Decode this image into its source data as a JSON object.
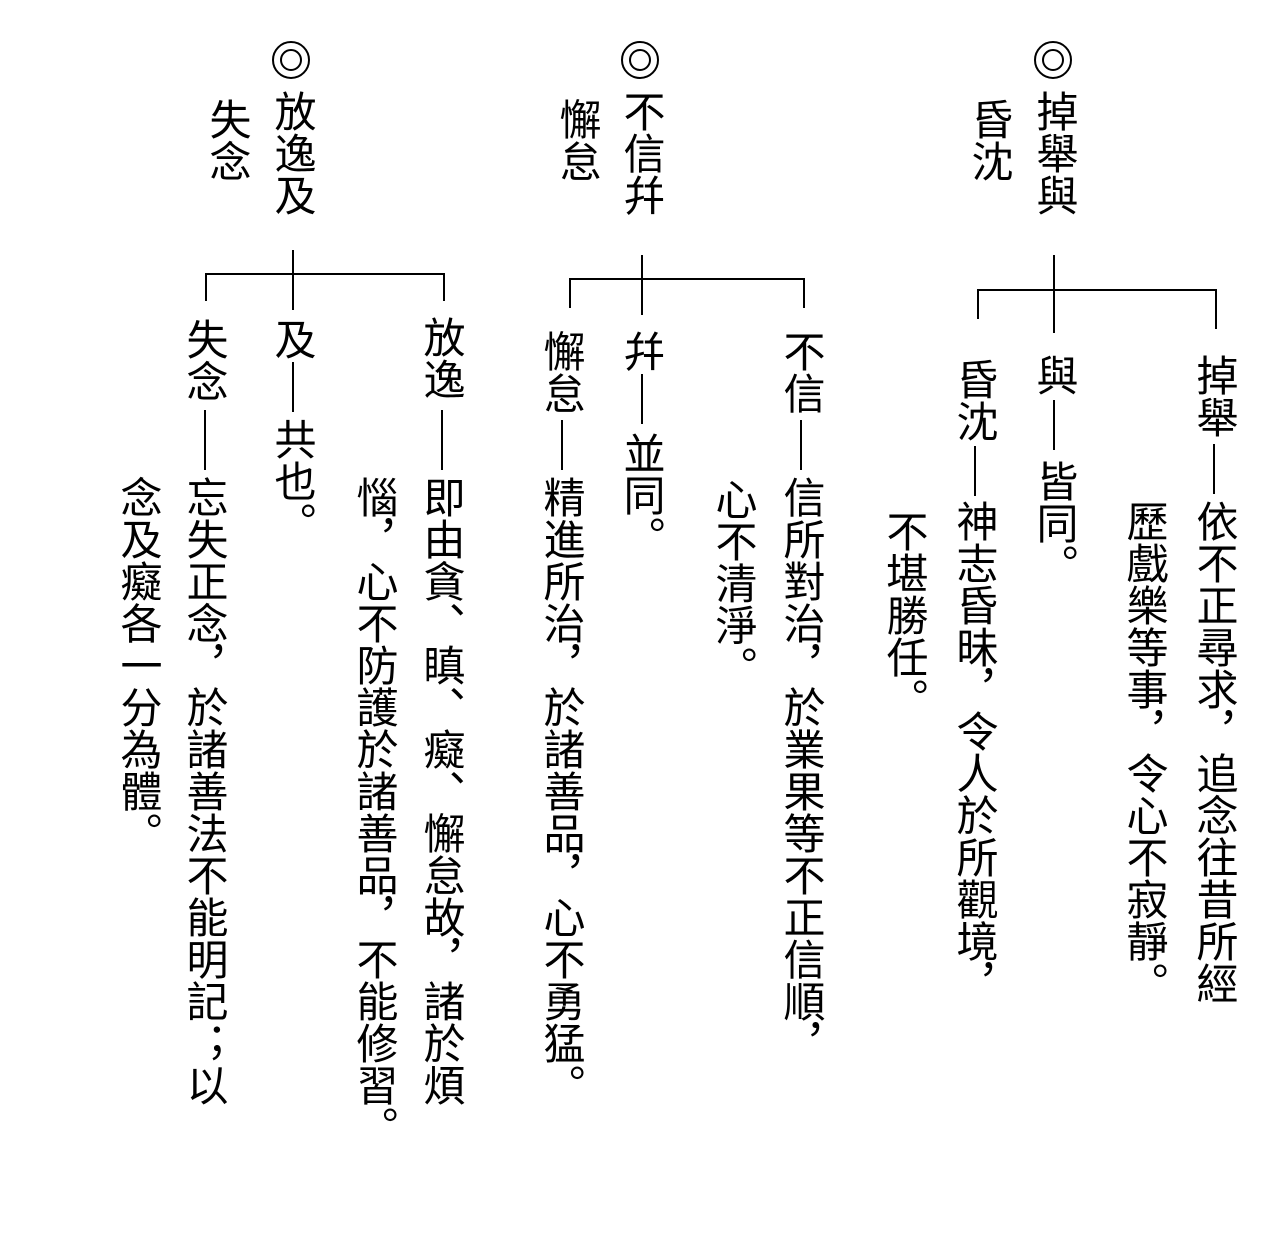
{
  "sections": [
    {
      "id": "s1",
      "title_main": "掉舉與",
      "title_sub": "昏沈",
      "items": [
        {
          "term": "掉舉",
          "text": [
            "依不正尋求，追念往昔所經",
            "歷戲樂等事，令心不寂靜。"
          ]
        },
        {
          "term": "與",
          "text": [
            "皆同。"
          ]
        },
        {
          "term": "昏沈",
          "text": [
            "神志昏昧，令人於所觀境，",
            "不堪勝任。"
          ]
        }
      ]
    },
    {
      "id": "s2",
      "title_main": "不信幷",
      "title_sub": "懈怠",
      "items": [
        {
          "term": "不信",
          "text": [
            "信所對治，於業果等不正信順，",
            "心不清淨。"
          ]
        },
        {
          "term": "幷",
          "text": [
            "並同。"
          ]
        },
        {
          "term": "懈怠",
          "text": [
            "精進所治，於諸善品，心不勇猛。"
          ]
        }
      ]
    },
    {
      "id": "s3",
      "title_main": "放逸及",
      "title_sub": "失念",
      "items": [
        {
          "term": "放逸",
          "text": [
            "即由貪、瞋、癡、懈怠故，諸於煩",
            "惱，心不防護於諸善品，不能修習。"
          ]
        },
        {
          "term": "及",
          "text": [
            "共也。"
          ]
        },
        {
          "term": "失念",
          "text": [
            "忘失正念，於諸善法不能明記；以",
            "念及癡各一分為體。"
          ]
        }
      ]
    }
  ]
}
